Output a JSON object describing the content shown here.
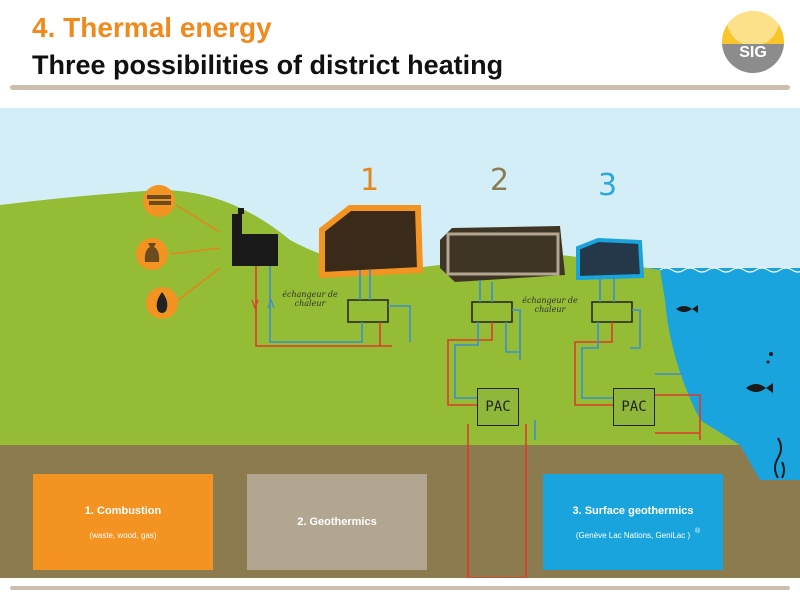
{
  "header": {
    "title": "4. Thermal energy",
    "subtitle": "Three possibilities of district heating"
  },
  "logo": {
    "text": "SIG"
  },
  "diagram": {
    "numbers": [
      "1",
      "2",
      "3"
    ],
    "heat_exchanger_label": "échangeur de chaleur",
    "heat_pump_label": "PAC",
    "colors": {
      "hot": "#e03a2a",
      "cold": "#3a8fd0",
      "orange": "#f39322",
      "taupe": "#b3a690",
      "blue": "#1aa4dd"
    }
  },
  "boxes": [
    {
      "title": "1. Combustion",
      "subtitle": "(waste, wood, gas)"
    },
    {
      "title": "2. Geothermics"
    },
    {
      "title": "3. Surface geothermics",
      "subtitle": "(Genève Lac Nations, GeniLac   )",
      "mark": "®"
    }
  ]
}
